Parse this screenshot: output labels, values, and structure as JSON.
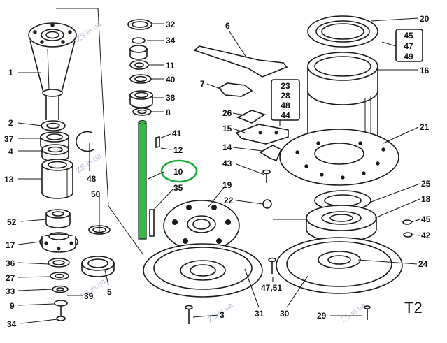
{
  "sheet_label": "T2",
  "watermark": "ZS.in.ua",
  "highlight": {
    "part": "10",
    "color": "#1fae3a",
    "shaft_color": "#2fbf3f"
  },
  "callouts": {
    "c1": "1",
    "c2": "2",
    "c37": "37",
    "c4": "4",
    "c13": "13",
    "c52": "52",
    "c17": "17",
    "c36": "36",
    "c27": "27",
    "c33": "33",
    "c9": "9",
    "c34": "34",
    "c39": "39",
    "c5": "5",
    "c50": "50",
    "c48": "48",
    "c32": "32",
    "c34b": "34",
    "c11": "11",
    "c40": "40",
    "c38": "38",
    "c8": "8",
    "c41": "41",
    "c12": "12",
    "c10": "10",
    "c35": "35",
    "c6": "6",
    "c7": "7",
    "c26": "26",
    "c15": "15",
    "c14": "14",
    "c43": "43",
    "c19": "19",
    "c22": "22",
    "c3": "3",
    "c31": "31",
    "c4751": "47,51",
    "c30": "30",
    "c29": "29",
    "c20": "20",
    "c16": "16",
    "c21": "21",
    "c25": "25",
    "c18": "18",
    "c45": "45",
    "c42": "42",
    "c24": "24",
    "group_a": [
      "45",
      "47",
      "49"
    ],
    "group_b": [
      "23",
      "28",
      "48",
      "44"
    ]
  }
}
